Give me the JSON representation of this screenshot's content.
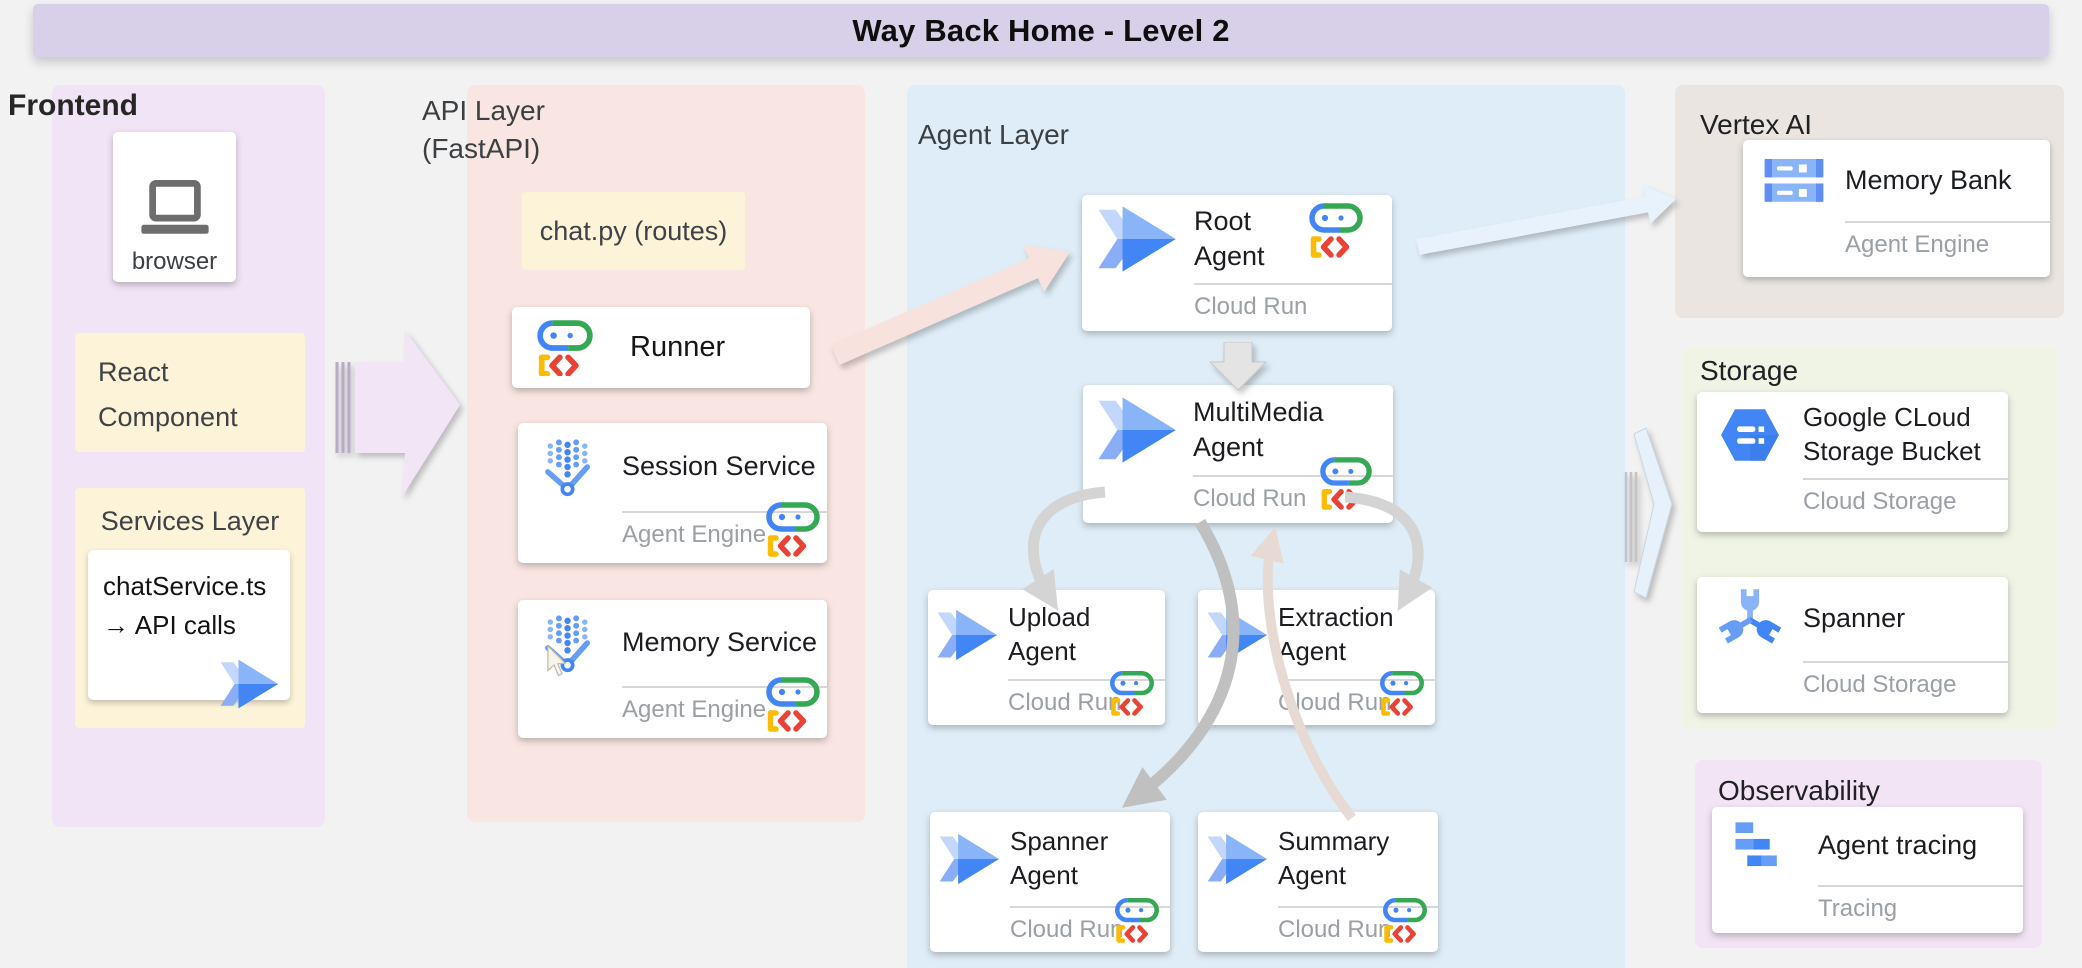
{
  "title": "Way Back Home - Level 2",
  "frontend": {
    "label": "Frontend",
    "browser": {
      "label": "browser"
    },
    "react": {
      "line1": "React",
      "line2": "Component"
    },
    "services": {
      "label": "Services Layer",
      "file": "chatService.ts",
      "action": "→ API calls"
    }
  },
  "api": {
    "label_line1": "API Layer",
    "label_line2": "(FastAPI)",
    "chat_py": "chat.py (routes)",
    "runner": {
      "title": "Runner"
    },
    "session": {
      "title": "Session Service",
      "subtitle": "Agent Engine"
    },
    "memory": {
      "title": "Memory Service",
      "subtitle": "Agent Engine"
    }
  },
  "agent_layer": {
    "label": "Agent Layer",
    "root": {
      "line1": "Root",
      "line2": "Agent",
      "subtitle": "Cloud Run"
    },
    "multimedia": {
      "line1": "MultiMedia",
      "line2": "Agent",
      "subtitle": "Cloud Run"
    },
    "upload": {
      "line1": "Upload",
      "line2": "Agent",
      "subtitle": "Cloud Run"
    },
    "extraction": {
      "line1": "Extraction",
      "line2": "Agent",
      "subtitle": "Cloud Run"
    },
    "spanner": {
      "line1": "Spanner",
      "line2": "Agent",
      "subtitle": "Cloud Run"
    },
    "summary": {
      "line1": "Summary",
      "line2": "Agent",
      "subtitle": "Cloud Run"
    }
  },
  "vertex": {
    "label": "Vertex AI",
    "memory_bank": {
      "title": "Memory Bank",
      "subtitle": "Agent Engine"
    }
  },
  "storage": {
    "label": "Storage",
    "gcs": {
      "line1": "Google CLoud",
      "line2": "Storage Bucket",
      "subtitle": "Cloud Storage"
    },
    "spanner": {
      "title": "Spanner",
      "subtitle": "Cloud Storage"
    }
  },
  "observability": {
    "label": "Observability",
    "tracing": {
      "title": "Agent tracing",
      "subtitle": "Tracing"
    }
  },
  "colors": {
    "title_bar": "#d8d0e8",
    "frontend_panel": "#f1e4f7",
    "api_panel": "#f9e5e1",
    "agent_panel": "#dfedf8",
    "vertex_panel": "#eae5e1",
    "storage_panel": "#eff4e5",
    "observability_panel": "#f3e4f5",
    "note_yellow": "#fdf3d8",
    "google_blue": "#4285f4",
    "google_green": "#34a853",
    "google_red": "#ea4335",
    "google_yellow": "#fbbc04",
    "arrow_lavender": "#f1e5f6",
    "arrow_pink": "#f7e2dd",
    "arrow_blue": "#e7f2fc"
  }
}
